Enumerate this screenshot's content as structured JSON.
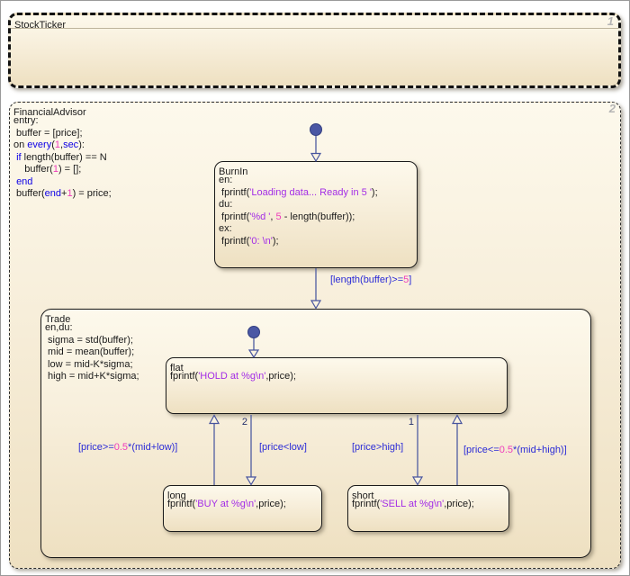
{
  "colors": {
    "state_fill_top": "#fdf9ec",
    "state_fill_bottom": "#eee0c1",
    "state_border": "#1a1a1a",
    "keyword_blue": "#0d00e6",
    "number_pink": "#ef3cbb",
    "string_purple": "#a32ce6",
    "transition_label_blue": "#2b2bd6",
    "transition_line": "#5b67a5",
    "default_dot": "#4a57a4",
    "order_number_gray": "#b5b5b5",
    "priority_number_navy": "#24306c"
  },
  "states": {
    "stock_ticker": {
      "name": "StockTicker",
      "order": "1"
    },
    "financial_advisor": {
      "name": "FinancialAdvisor",
      "order": "2",
      "code": [
        [
          {
            "c": "p",
            "t": "entry:"
          }
        ],
        [
          {
            "c": "p",
            "t": " buffer = [price];"
          }
        ],
        [
          {
            "c": "p",
            "t": "on "
          },
          {
            "c": "k",
            "t": "every"
          },
          {
            "c": "p",
            "t": "("
          },
          {
            "c": "n",
            "t": "1"
          },
          {
            "c": "p",
            "t": ","
          },
          {
            "c": "k",
            "t": "sec"
          },
          {
            "c": "p",
            "t": "):"
          }
        ],
        [
          {
            "c": "p",
            "t": " "
          },
          {
            "c": "k",
            "t": "if"
          },
          {
            "c": "p",
            "t": " length(buffer) == N"
          }
        ],
        [
          {
            "c": "p",
            "t": "    buffer("
          },
          {
            "c": "n",
            "t": "1"
          },
          {
            "c": "p",
            "t": ") = [];"
          }
        ],
        [
          {
            "c": "p",
            "t": " "
          },
          {
            "c": "k",
            "t": "end"
          }
        ],
        [
          {
            "c": "p",
            "t": " buffer("
          },
          {
            "c": "k",
            "t": "end"
          },
          {
            "c": "p",
            "t": "+"
          },
          {
            "c": "n",
            "t": "1"
          },
          {
            "c": "p",
            "t": ") = price;"
          }
        ]
      ]
    },
    "burn_in": {
      "name": "BurnIn",
      "code": [
        [
          {
            "c": "p",
            "t": "en:"
          }
        ],
        [
          {
            "c": "p",
            "t": " fprintf("
          },
          {
            "c": "s",
            "t": "'Loading data... Ready in 5 '"
          },
          {
            "c": "p",
            "t": ");"
          }
        ],
        [
          {
            "c": "p",
            "t": "du:"
          }
        ],
        [
          {
            "c": "p",
            "t": " fprintf("
          },
          {
            "c": "s",
            "t": "'%d '"
          },
          {
            "c": "p",
            "t": ", "
          },
          {
            "c": "n",
            "t": "5"
          },
          {
            "c": "p",
            "t": " - length(buffer));"
          }
        ],
        [
          {
            "c": "p",
            "t": "ex:"
          }
        ],
        [
          {
            "c": "p",
            "t": " fprintf("
          },
          {
            "c": "s",
            "t": "'0: \\n'"
          },
          {
            "c": "p",
            "t": ");"
          }
        ]
      ]
    },
    "trade": {
      "name": "Trade",
      "code": [
        [
          {
            "c": "p",
            "t": "en,du:"
          }
        ],
        [
          {
            "c": "p",
            "t": " sigma = std(buffer);"
          }
        ],
        [
          {
            "c": "p",
            "t": " mid = mean(buffer);"
          }
        ],
        [
          {
            "c": "p",
            "t": " low = mid-K*sigma;"
          }
        ],
        [
          {
            "c": "p",
            "t": " high = mid+K*sigma;"
          }
        ]
      ]
    },
    "flat": {
      "name": "flat",
      "code": [
        [
          {
            "c": "p",
            "t": "fprintf("
          },
          {
            "c": "s",
            "t": "'HOLD at %g\\n'"
          },
          {
            "c": "p",
            "t": ",price);"
          }
        ]
      ]
    },
    "long": {
      "name": "long",
      "code": [
        [
          {
            "c": "p",
            "t": "fprintf("
          },
          {
            "c": "s",
            "t": "'BUY at %g\\n'"
          },
          {
            "c": "p",
            "t": ",price);"
          }
        ]
      ]
    },
    "short": {
      "name": "short",
      "code": [
        [
          {
            "c": "p",
            "t": "fprintf("
          },
          {
            "c": "s",
            "t": "'SELL at %g\\n'"
          },
          {
            "c": "p",
            "t": ",price);"
          }
        ]
      ]
    }
  },
  "transitions": {
    "burnin_to_trade": {
      "label": [
        [
          {
            "c": "b",
            "t": "[length(buffer)>="
          },
          {
            "c": "n",
            "t": "5"
          },
          {
            "c": "b",
            "t": "]"
          }
        ]
      ]
    },
    "long_to_flat": {
      "label": [
        [
          {
            "c": "b",
            "t": "[price>="
          },
          {
            "c": "n",
            "t": "0.5"
          },
          {
            "c": "b",
            "t": "*(mid+low)]"
          }
        ]
      ]
    },
    "flat_to_long": {
      "priority": "2",
      "label": [
        [
          {
            "c": "b",
            "t": "[price<low]"
          }
        ]
      ]
    },
    "flat_to_short": {
      "priority": "1",
      "label": [
        [
          {
            "c": "b",
            "t": "[price>high]"
          }
        ]
      ]
    },
    "short_to_flat": {
      "label": [
        [
          {
            "c": "b",
            "t": "[price<="
          },
          {
            "c": "n",
            "t": "0.5"
          },
          {
            "c": "b",
            "t": "*(mid+high)]"
          }
        ]
      ]
    }
  }
}
